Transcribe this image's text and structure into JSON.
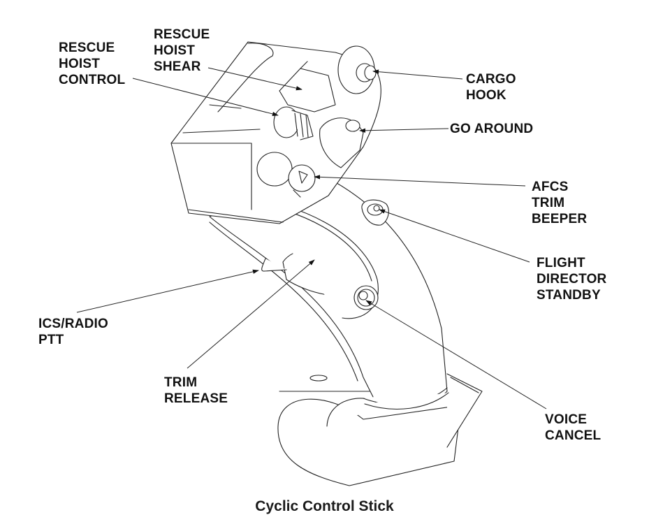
{
  "figure": {
    "title": "Cyclic Control Stick",
    "subject": "cyclic control stick",
    "colors": {
      "ink": "#111111",
      "background": "#ffffff"
    }
  },
  "callouts": [
    {
      "id": "rescue-hoist-control",
      "lines": [
        "RESCUE",
        "HOIST",
        "CONTROL"
      ]
    },
    {
      "id": "rescue-hoist-shear",
      "lines": [
        "RESCUE",
        "HOIST",
        "SHEAR"
      ]
    },
    {
      "id": "cargo-hook",
      "lines": [
        "CARGO",
        "HOOK"
      ]
    },
    {
      "id": "go-around",
      "lines": [
        "GO AROUND"
      ]
    },
    {
      "id": "afcs-trim-beeper",
      "lines": [
        "AFCS",
        "TRIM",
        "BEEPER"
      ]
    },
    {
      "id": "flight-director-standby",
      "lines": [
        "FLIGHT",
        "DIRECTOR",
        "STANDBY"
      ]
    },
    {
      "id": "ics-radio-ptt",
      "lines": [
        "ICS/RADIO",
        "PTT"
      ]
    },
    {
      "id": "trim-release",
      "lines": [
        "TRIM",
        "RELEASE"
      ]
    },
    {
      "id": "voice-cancel",
      "lines": [
        "VOICE",
        "CANCEL"
      ]
    }
  ]
}
